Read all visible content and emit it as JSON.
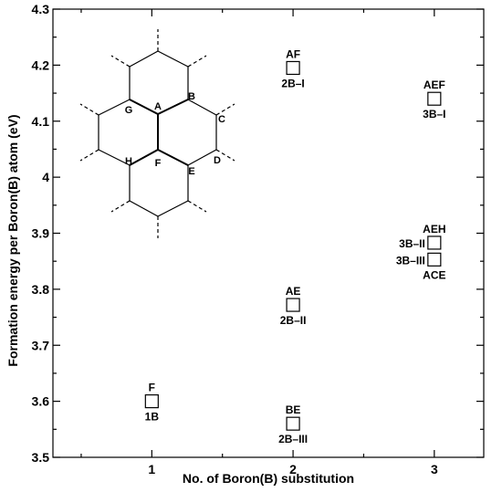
{
  "chart_data": {
    "type": "scatter",
    "xlabel": "No. of Boron(B) substitution",
    "ylabel": "Formation energy per Boron(B) atom (eV)",
    "xlim": [
      0.3,
      3.35
    ],
    "ylim": [
      3.5,
      4.3
    ],
    "xticks": [
      1,
      2,
      3
    ],
    "yticks": [
      "3.5",
      "3.6",
      "3.7",
      "3.8",
      "3.9",
      "4",
      "4.1",
      "4.2",
      "4.3"
    ],
    "grid": false,
    "marker": "open-square",
    "points": [
      {
        "x": 1,
        "y": 3.6,
        "top_label": "F",
        "bottom_label": "1B"
      },
      {
        "x": 2,
        "y": 4.195,
        "top_label": "AF",
        "bottom_label": "2B–I"
      },
      {
        "x": 2,
        "y": 3.772,
        "top_label": "AE",
        "bottom_label": "2B–II"
      },
      {
        "x": 2,
        "y": 3.56,
        "top_label": "BE",
        "bottom_label": "2B–III"
      },
      {
        "x": 3,
        "y": 4.14,
        "top_label": "AEF",
        "bottom_label": "3B–I"
      },
      {
        "x": 3,
        "y": 3.883,
        "side_label": "3B–II",
        "top_label": "AEH"
      },
      {
        "x": 3,
        "y": 3.853,
        "side_label": "3B–III",
        "bottom_label": "ACE"
      }
    ],
    "inset": {
      "type": "hexagonal-lattice",
      "site_labels": [
        "A",
        "B",
        "C",
        "D",
        "E",
        "F",
        "G",
        "H"
      ]
    }
  }
}
